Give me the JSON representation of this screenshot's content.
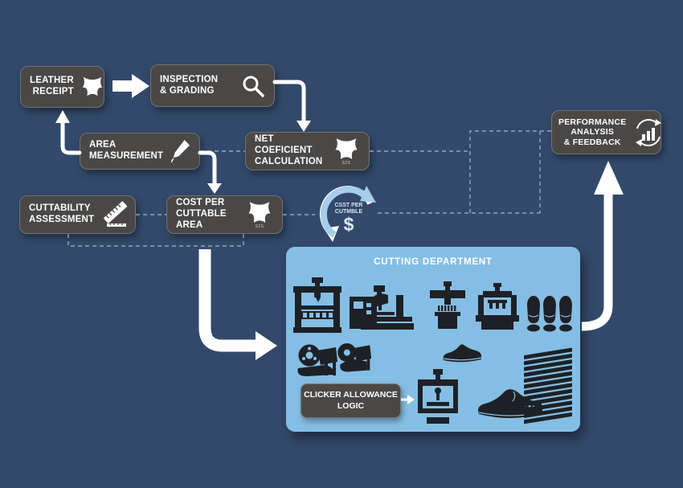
{
  "colors": {
    "background": "#33496b",
    "node_background": "#4a4847",
    "node_border": "#757270",
    "node_text": "#ffffff",
    "panel_background": "#85bee4",
    "machine_silhouette": "#1d2126",
    "arrow_white": "#ffffff",
    "cycle_blue": "#a6cdea",
    "dashed_line": "#a9bdd4"
  },
  "nodes": {
    "leather_receipt": {
      "line1": "LEATHER",
      "line2": "RECEIPT"
    },
    "inspection_grading": {
      "line1": "INSPECTION",
      "line2": "& GRADING"
    },
    "area_measurement": {
      "line1": "AREA MEASUREMENT"
    },
    "net_coefficient": {
      "line1": "NET COEFICIENT",
      "line2": "CALCULATION"
    },
    "cuttability_assessment": {
      "line1": "CUTTABILITY",
      "line2": "ASSESSMENT"
    },
    "cost_per_cuttable_area": {
      "line1": "COST PER",
      "line2": "CUTTABLE AREA"
    },
    "performance_feedback": {
      "line1": "PERFORMANCE",
      "line2": "ANALYSIS",
      "line3": "& FEEDBACK"
    }
  },
  "cycle_badge": {
    "line1": "CSST PER",
    "line2": "CUTMBLE",
    "symbol": "$"
  },
  "cutting_department": {
    "title": "CUTTING DEPARTMENT",
    "clicker_box": {
      "line1": "CLICKER ALLOWANCE",
      "line2": "LOGIC"
    }
  },
  "hide_icon_caption": "S2S",
  "icons": {
    "leather_receipt": "leather-hide-icon",
    "inspection_grading": "magnifier-icon",
    "area_measurement": "pen-icon",
    "net_coefficient": "leather-hide-icon",
    "cuttability_assessment": "ruler-icon",
    "cost_per_cuttable_area": "leather-hide-icon",
    "performance_feedback": "chart-refresh-icon",
    "cycle_badge": "currency-cycle-icon"
  }
}
